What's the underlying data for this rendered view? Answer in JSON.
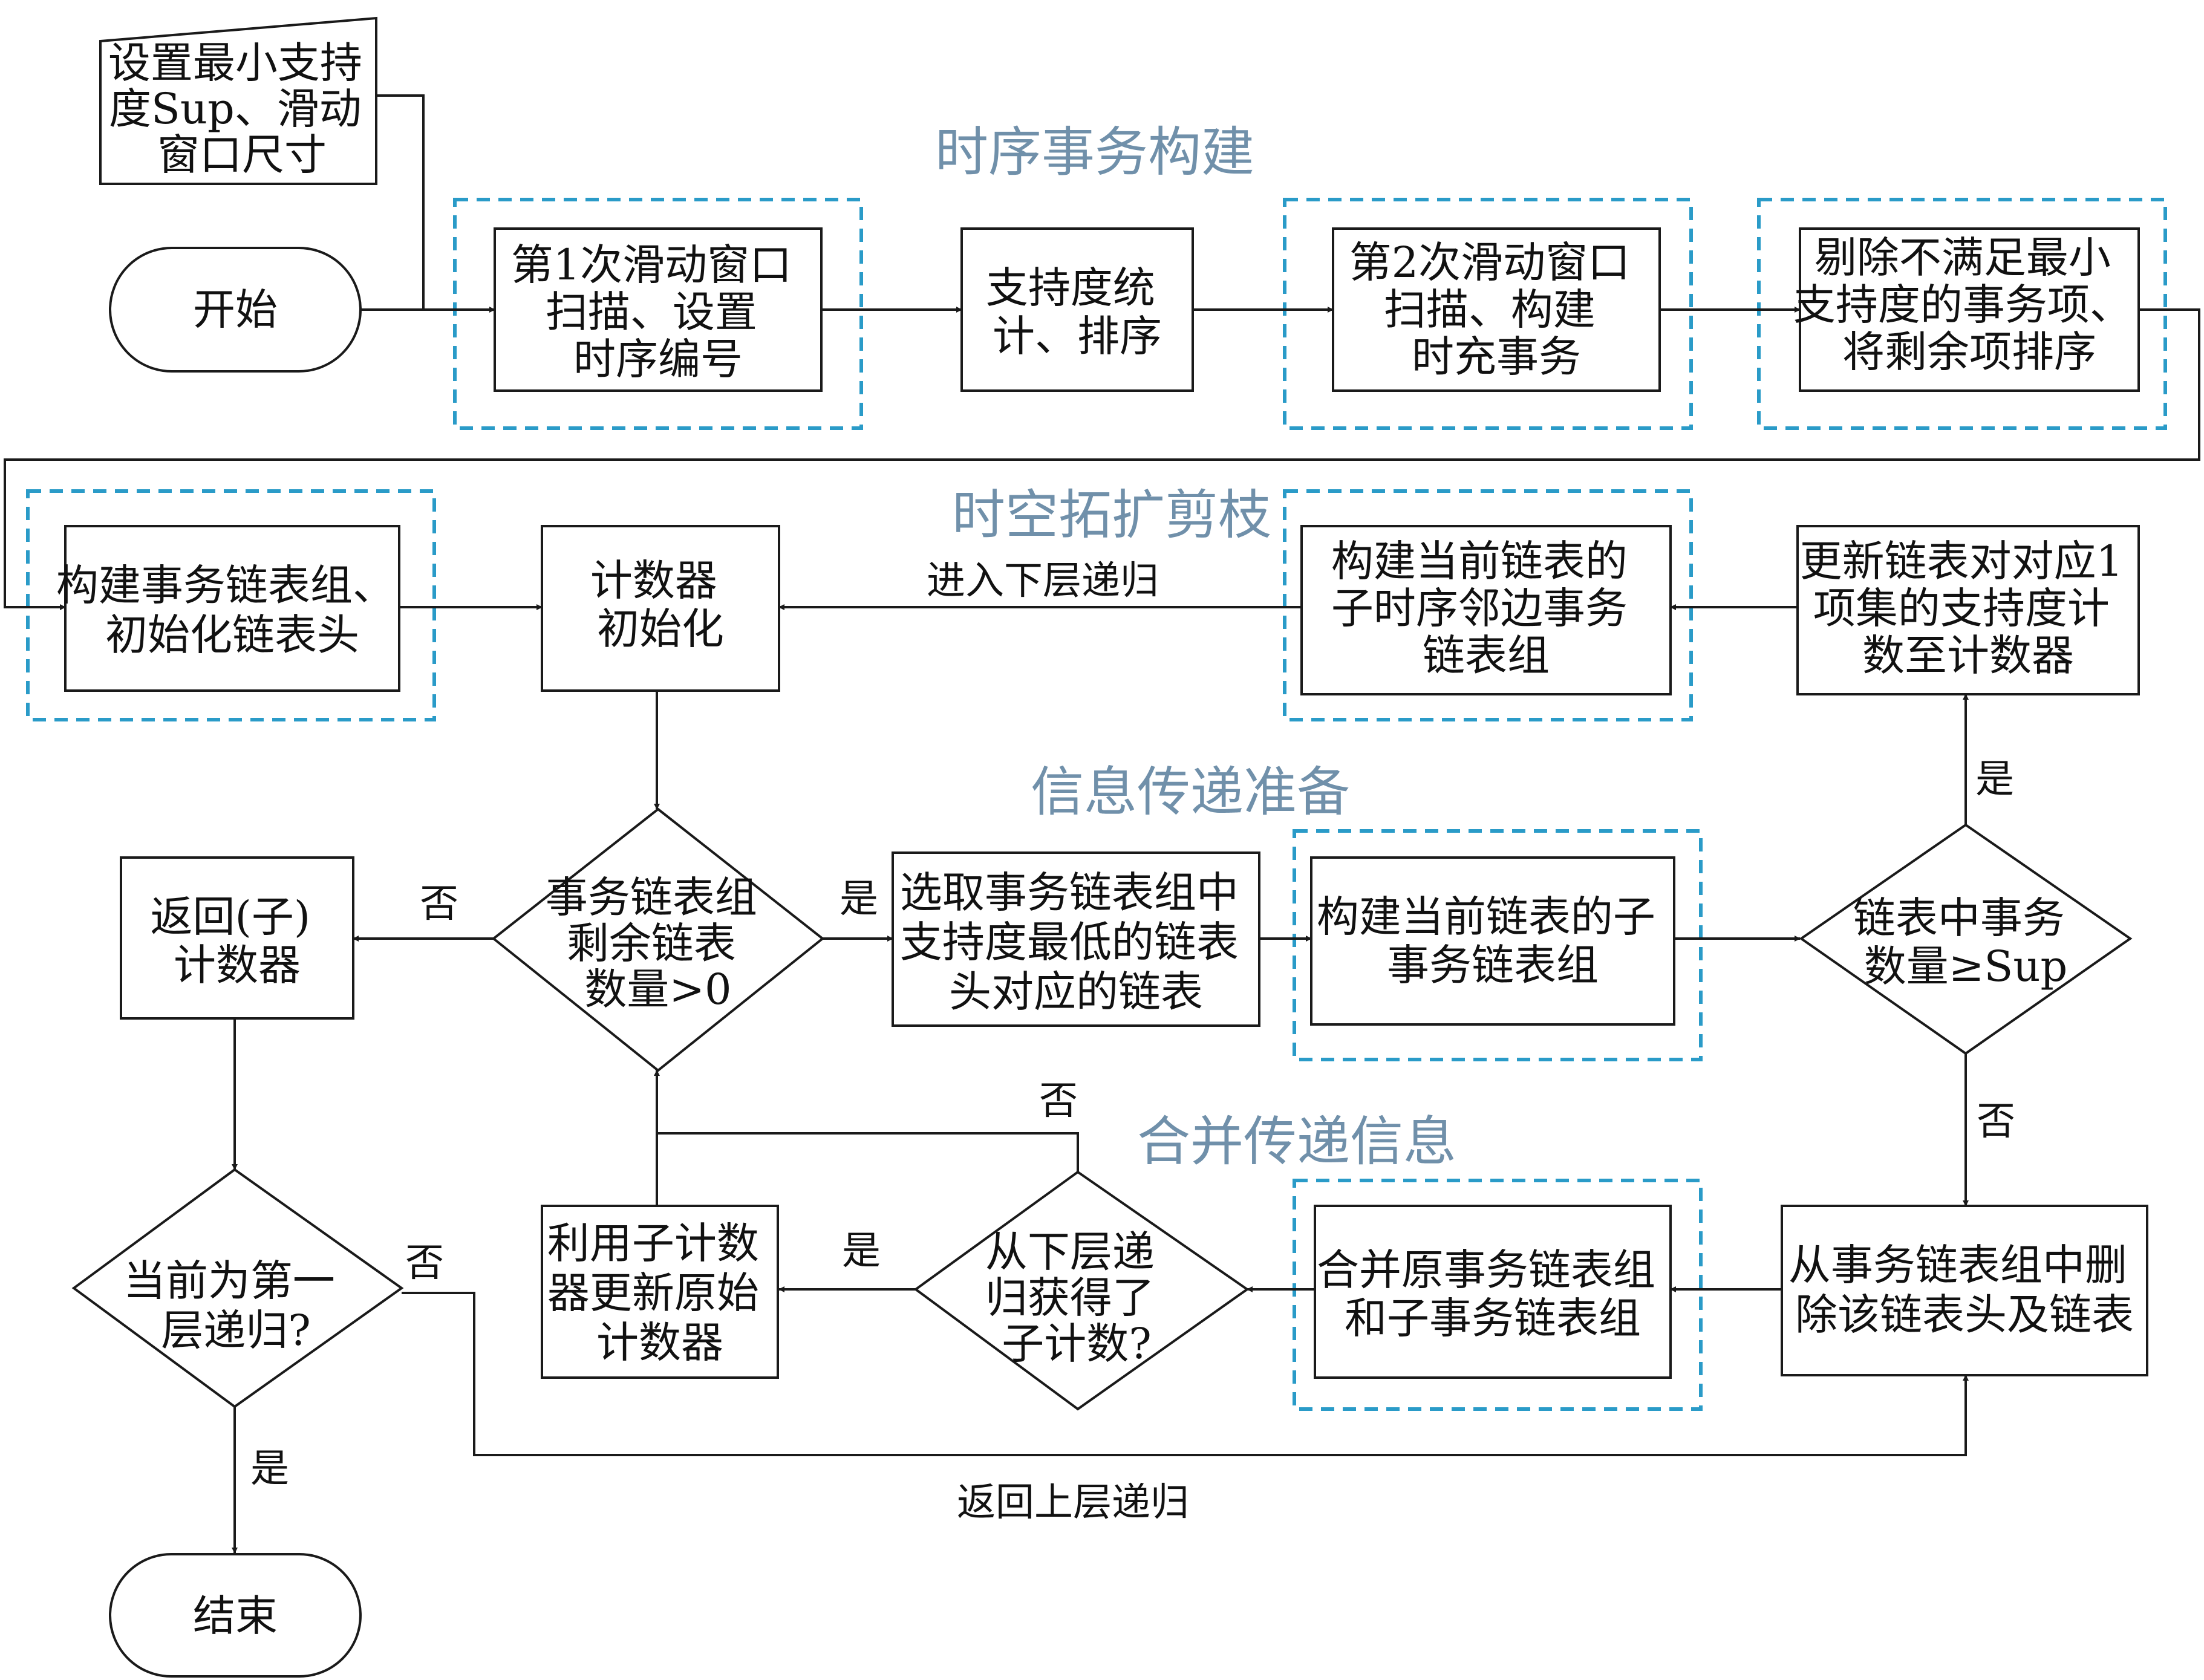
{
  "nodes": {
    "input_params": [
      "设置最小支持",
      "度Sup、滑动",
      "窗口尺寸"
    ],
    "start": "开始",
    "scan1": [
      "第1次滑动窗口",
      "扫描、设置",
      "时序编号"
    ],
    "support_count": [
      "支持度统",
      "计、排序"
    ],
    "scan2": [
      "第2次滑动窗口",
      "扫描、构建",
      "时充事务"
    ],
    "remove_items": [
      "剔除不满足最小",
      "支持度的事务项、",
      "将剩余项排序"
    ],
    "build_groups": [
      "构建事务链表组、",
      "初始化链表头"
    ],
    "counter_init": [
      "计数器",
      "初始化"
    ],
    "build_neighbor": [
      "构建当前链表的",
      "子时序邻边事务",
      "链表组"
    ],
    "update_counter": [
      "更新链表对对应1",
      "项集的支持度计",
      "数至计数器"
    ],
    "return_counter": [
      "返回(子)",
      "计数器"
    ],
    "remaining_check": [
      "事务链表组",
      "剩余链表",
      "数量>0"
    ],
    "select_lowest": [
      "选取事务链表组中",
      "支持度最低的链表",
      "头对应的链表"
    ],
    "build_sub_group": [
      "构建当前链表的子",
      "事务链表组"
    ],
    "count_check": [
      "链表中事务",
      "数量≥Sup"
    ],
    "first_level_check": [
      "当前为第一",
      "层递归?"
    ],
    "update_original": [
      "利用子计数",
      "器更新原始",
      "计数器"
    ],
    "got_sub_counter": [
      "从下层递",
      "归获得了",
      "子计数?"
    ],
    "merge_groups": [
      "合并原事务链表组",
      "和子事务链表组"
    ],
    "delete_head": [
      "从事务链表组中删",
      "除该链表头及链表"
    ],
    "end": "结束"
  },
  "sections": {
    "temporal_build": "时序事务构建",
    "spatiotemporal_prune": "时空拓扩剪枝",
    "info_prepare": "信息传递准备",
    "merge_info": "合并传递信息"
  },
  "edge_labels": {
    "enter_lower": "进入下层递归",
    "return_upper": "返回上层递归",
    "no_remaining": "否",
    "yes_remaining": "是",
    "yes_count": "是",
    "no_count": "否",
    "no_sub": "否",
    "yes_sub": "是",
    "no_first": "否",
    "yes_first": "是"
  }
}
